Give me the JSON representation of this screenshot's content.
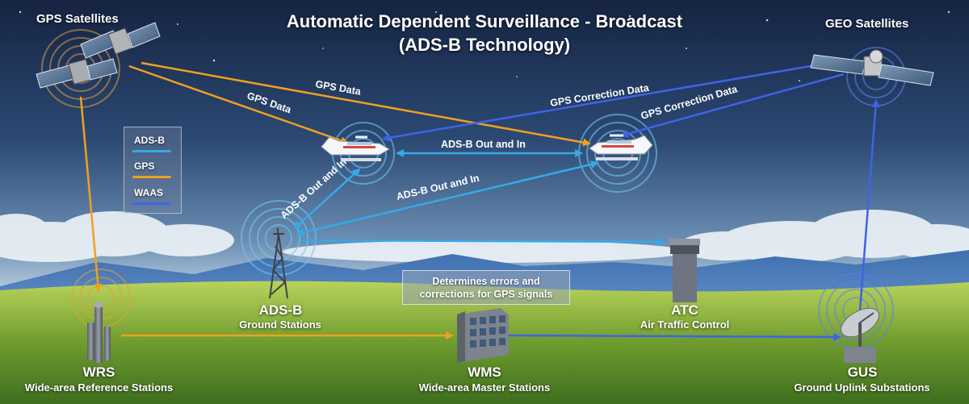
{
  "title_line1": "Automatic Dependent Surveillance - Broadcast",
  "title_line2": "(ADS-B Technology)",
  "satellites": {
    "gps": "GPS Satellites",
    "geo": "GEO Satellites"
  },
  "legend": [
    {
      "label": "ADS-B",
      "color": "#36a9e8"
    },
    {
      "label": "GPS",
      "color": "#f0a020"
    },
    {
      "label": "WAAS",
      "color": "#3f63e6"
    }
  ],
  "links": {
    "gps_data_1": "GPS Data",
    "gps_data_2": "GPS Data",
    "gps_correction_1": "GPS Correction Data",
    "gps_correction_2": "GPS Correction Data",
    "adsb_planes": "ADS-B Out and In",
    "adsb_ground_plane1": "ADS-B Out and In",
    "adsb_ground_plane2": "ADS-B Out and In"
  },
  "note": {
    "line1": "Determines errors and",
    "line2": "corrections for GPS signals"
  },
  "stations": {
    "wrs": {
      "code": "WRS",
      "name": "Wide-area Reference Stations"
    },
    "adsb": {
      "code": "ADS-B",
      "name": "Ground Stations"
    },
    "wms": {
      "code": "WMS",
      "name": "Wide-area Master Stations"
    },
    "atc": {
      "code": "ATC",
      "name": "Air Traffic Control"
    },
    "gus": {
      "code": "GUS",
      "name": "Ground Uplink Substations"
    }
  },
  "colors": {
    "adsb": "#36a9e8",
    "gps": "#f0a020",
    "waas": "#3f63e6"
  }
}
